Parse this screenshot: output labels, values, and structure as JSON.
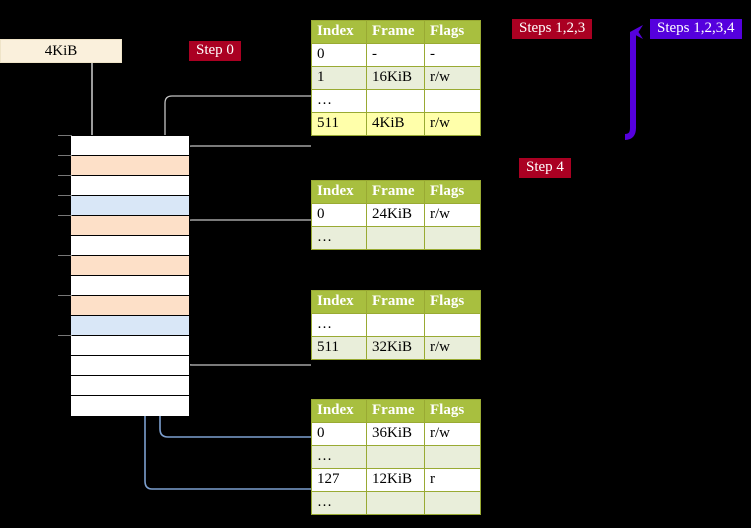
{
  "diagram": {
    "title_box": {
      "label": "4KiB"
    },
    "badges": [
      {
        "id": "step0",
        "label": "Step 0",
        "color": "#AA0022"
      },
      {
        "id": "step4",
        "label": "Step 4",
        "color": "#AA0022"
      },
      {
        "id": "steps123",
        "label": "Steps 1,2,3",
        "color": "#AA0022"
      },
      {
        "id": "steps1234",
        "label": "Steps 1,2,3,4",
        "color": "#5500DD"
      }
    ],
    "columns": [
      "Index",
      "Frame",
      "Flags"
    ],
    "tables": [
      {
        "id": "table-1",
        "rows": [
          {
            "index": "0",
            "frame": "-",
            "flags": "-",
            "style": "white"
          },
          {
            "index": "1",
            "frame": "16KiB",
            "flags": "r/w",
            "style": "tint"
          },
          {
            "index": "…",
            "frame": "",
            "flags": "",
            "style": "white"
          },
          {
            "index": "511",
            "frame": "4KiB",
            "flags": "r/w",
            "style": "highlight"
          }
        ]
      },
      {
        "id": "table-2",
        "rows": [
          {
            "index": "0",
            "frame": "24KiB",
            "flags": "r/w",
            "style": "white"
          },
          {
            "index": "…",
            "frame": "",
            "flags": "",
            "style": "tint"
          }
        ]
      },
      {
        "id": "table-3",
        "rows": [
          {
            "index": "…",
            "frame": "",
            "flags": "",
            "style": "white"
          },
          {
            "index": "511",
            "frame": "32KiB",
            "flags": "r/w",
            "style": "tint"
          }
        ]
      },
      {
        "id": "table-4",
        "rows": [
          {
            "index": "0",
            "frame": "36KiB",
            "flags": "r/w",
            "style": "white"
          },
          {
            "index": "…",
            "frame": "",
            "flags": "",
            "style": "tint"
          },
          {
            "index": "127",
            "frame": "12KiB",
            "flags": "r",
            "style": "white"
          },
          {
            "index": "…",
            "frame": "",
            "flags": "",
            "style": "tint"
          }
        ]
      }
    ],
    "memory_column": {
      "rows": [
        {
          "fill": "white"
        },
        {
          "fill": "orange"
        },
        {
          "fill": "white"
        },
        {
          "fill": "blue"
        },
        {
          "fill": "orange"
        },
        {
          "fill": "white"
        },
        {
          "fill": "orange"
        },
        {
          "fill": "white"
        },
        {
          "fill": "orange"
        },
        {
          "fill": "blue"
        },
        {
          "fill": "white"
        },
        {
          "fill": "white"
        },
        {
          "fill": "white"
        },
        {
          "fill": "white"
        }
      ]
    },
    "colors": {
      "header_green": "#A8BF3F",
      "row_tint": "#E9EEDA",
      "highlight": "#FFFFAA",
      "orange_frame": "#FDE0C8",
      "blue_frame": "#D9E7F7",
      "red_badge": "#AA0022",
      "purple_badge": "#5500DD",
      "cream_box": "#FAF0DC",
      "wire_gray": "#BBBBBB",
      "wire_blue": "#7C9FCF"
    }
  }
}
